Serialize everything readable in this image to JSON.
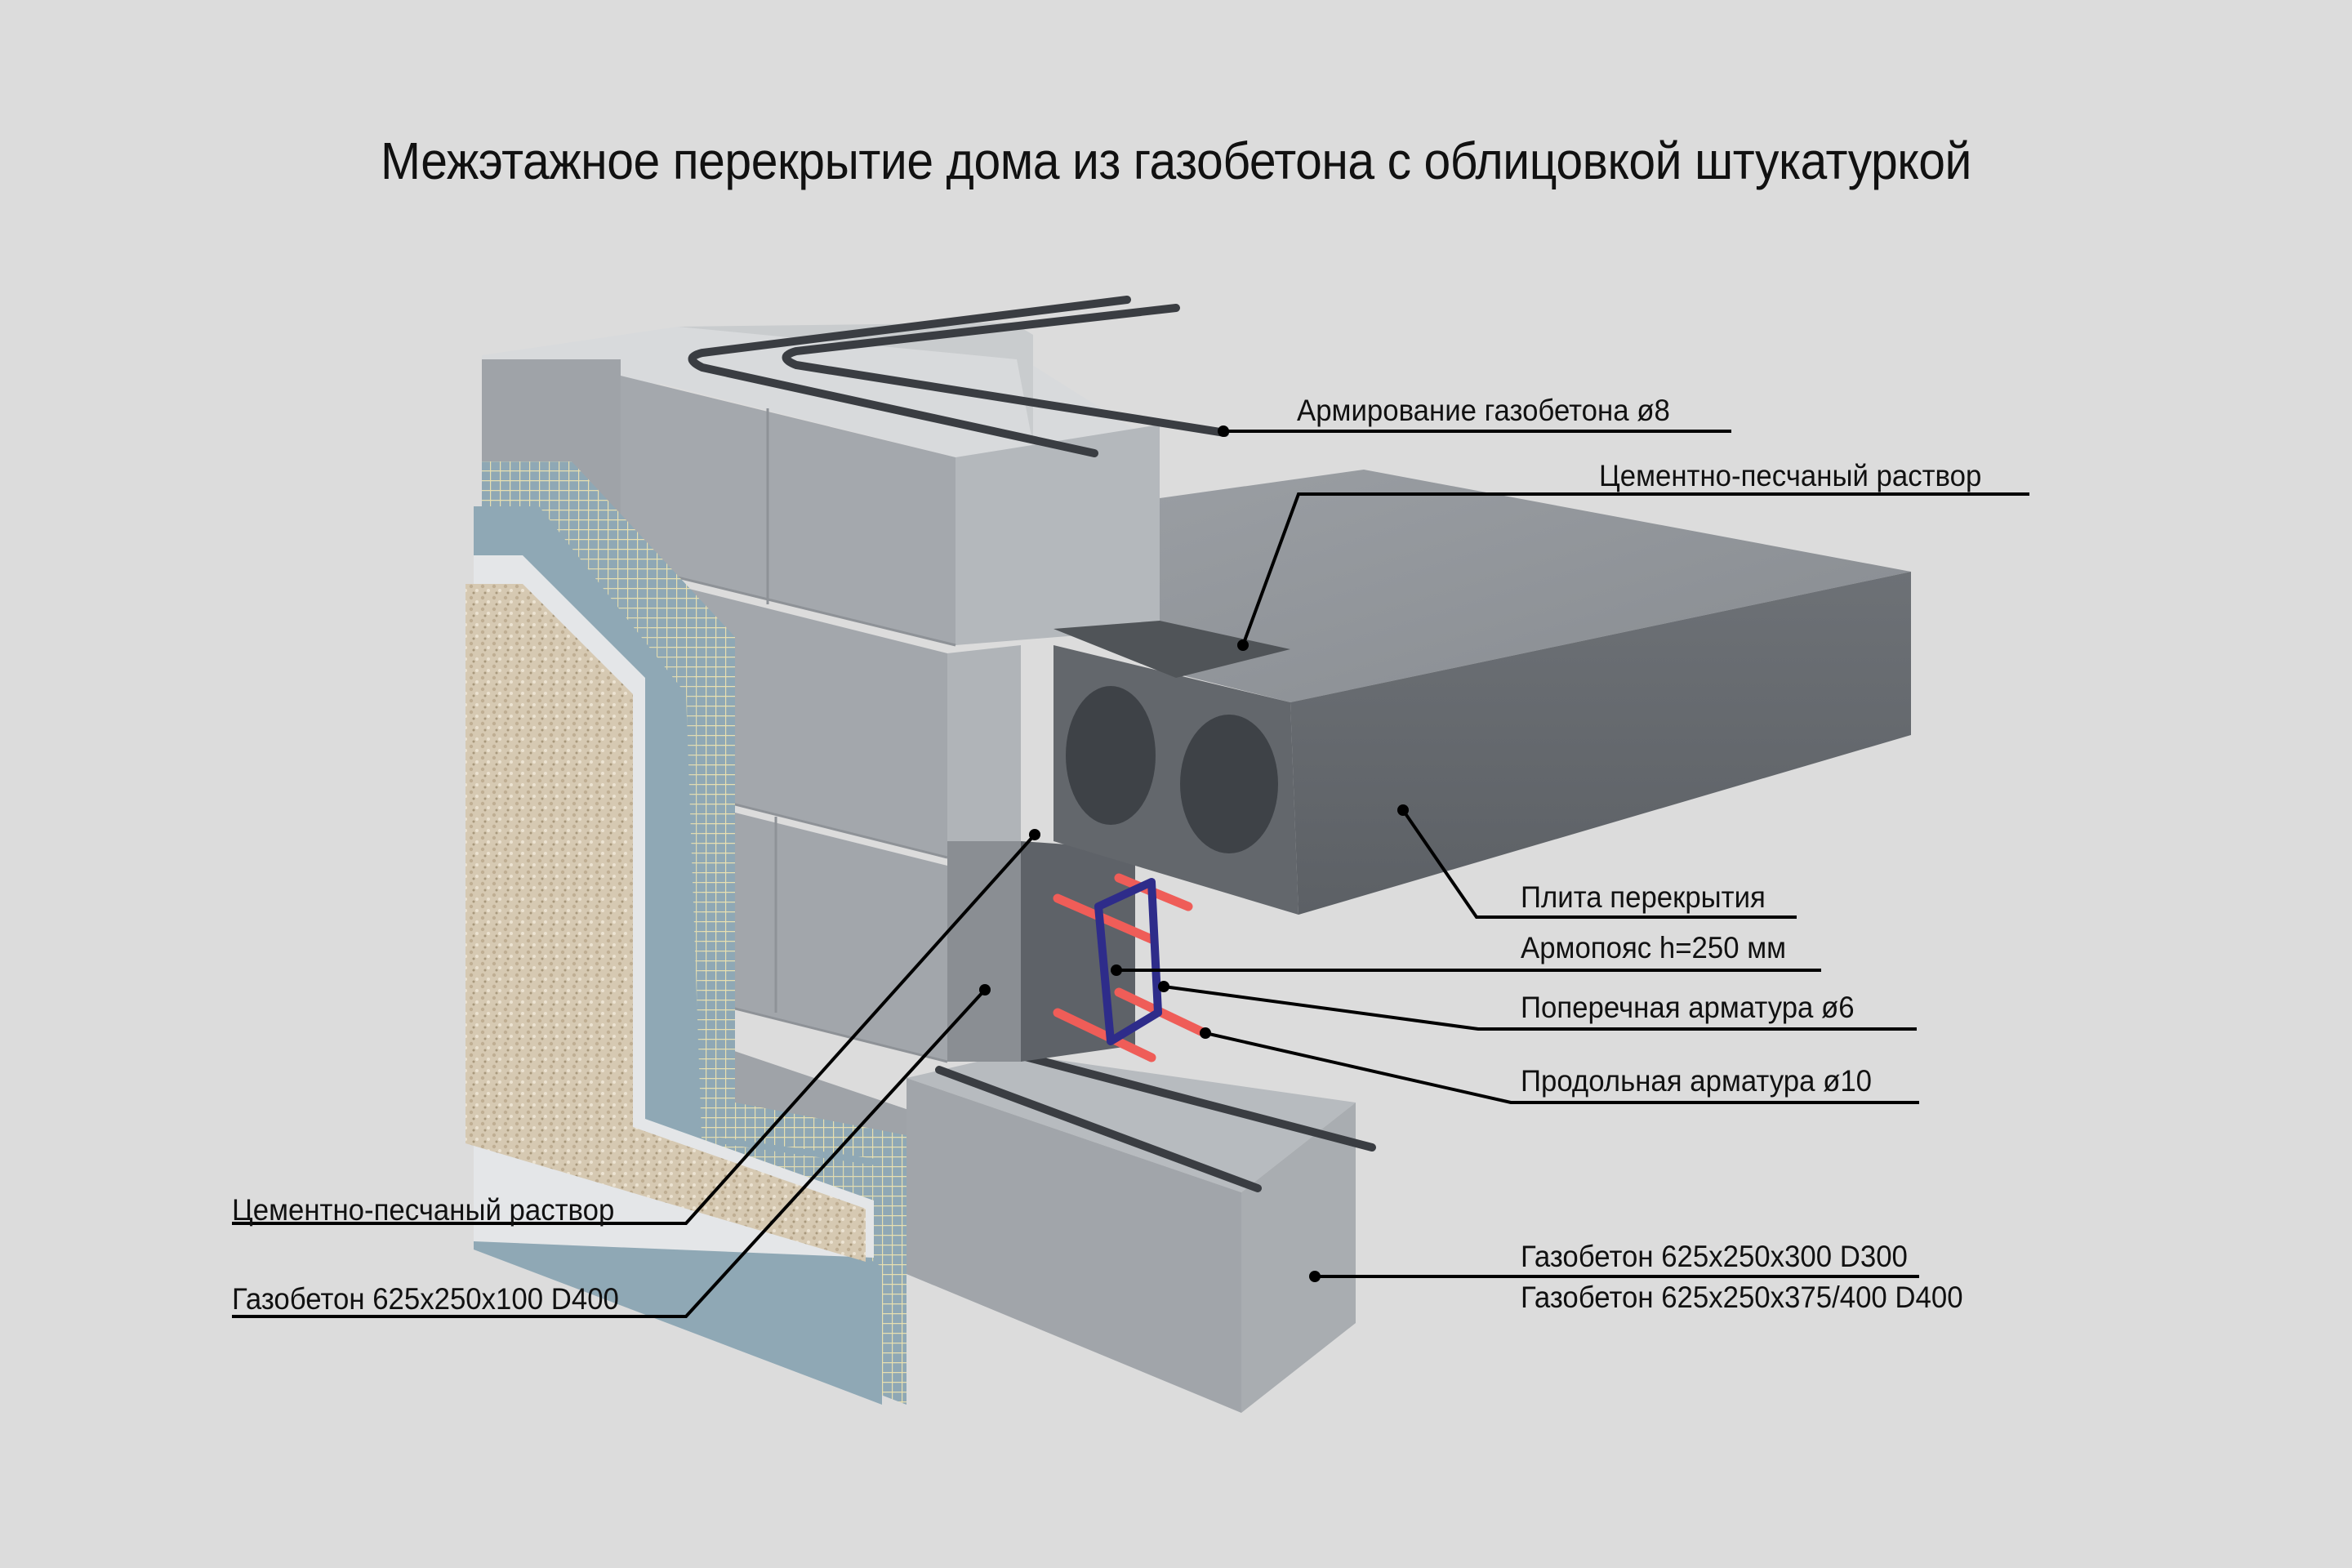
{
  "title": "Межэтажное перекрытие дома из газобетона с облицовкой штукатуркой",
  "callouts": {
    "rebar_top": "Армирование газобетона  ø8",
    "mortar_top": "Цементно-песчаный раствор",
    "floor_slab": "Плита перекрытия",
    "ring_beam": "Армопояс h=250 мм",
    "transverse_rebar": "Поперечная арматура   ø6",
    "longitudinal_rebar": "Продольная арматура ø10",
    "mortar_left": "Цементно-песчаный раствор",
    "facing_block": "Газобетон 625x250x100 D400",
    "wall_block_1": "Газобетон 625x250x300 D300",
    "wall_block_2": "Газобетон 625x250x375/400 D400"
  },
  "colors": {
    "background": "#dcdcdc",
    "aerated_concrete": "#a9adb2",
    "slab_concrete": "#6f7378",
    "plaster": "#d9ccb6",
    "primer": "#e6e8ea",
    "adhesive_layer": "#8fa8b5",
    "mesh": "#e8dfb0",
    "longitudinal_rebar": "#ef5d58",
    "transverse_rebar": "#2e2c8a",
    "steel_rebar": "#3a3d42",
    "leader_line": "#000000"
  }
}
